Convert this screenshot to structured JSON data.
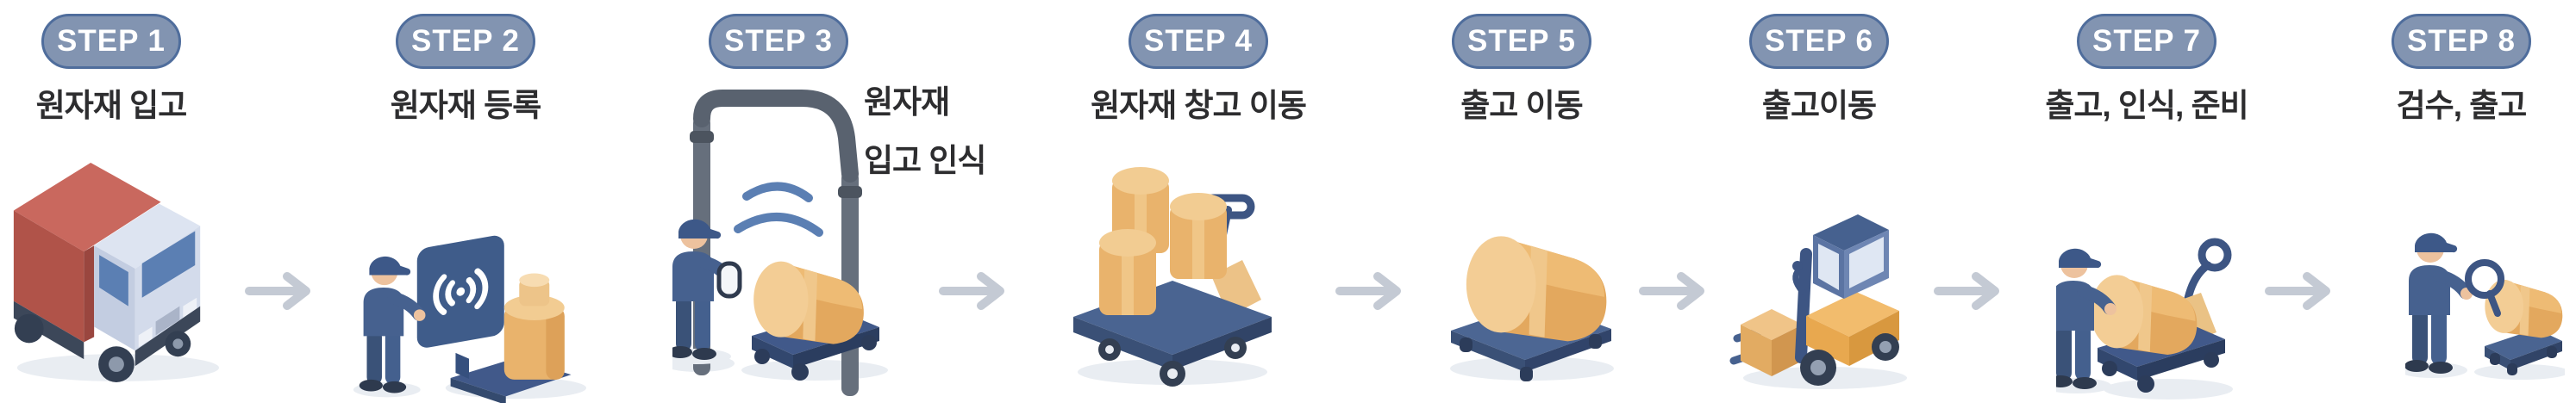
{
  "diagram": {
    "type": "process-flow",
    "step_count": 8,
    "language": "Korean"
  },
  "steps": [
    {
      "id": 1,
      "badge": "STEP 1",
      "label": "원자재 입고",
      "illustration": "red-delivery-truck"
    },
    {
      "id": 2,
      "badge": "STEP 2",
      "label": "원자재 등록",
      "illustration": "worker-rfid-panel-with-canister"
    },
    {
      "id": 3,
      "badge": "STEP 3",
      "label_line1": "원자재",
      "label_line2": "입고 인식",
      "illustration": "rfid-gate-scanning-barrel"
    },
    {
      "id": 4,
      "badge": "STEP 4",
      "label": "원자재 창고 이동",
      "illustration": "hand-cart-with-barrels"
    },
    {
      "id": 5,
      "badge": "STEP 5",
      "label": "출고 이동",
      "illustration": "barrel-on-dolly"
    },
    {
      "id": 6,
      "badge": "STEP 6",
      "label": "출고이동",
      "illustration": "forklift-carrying-box"
    },
    {
      "id": 7,
      "badge": "STEP 7",
      "label": "출고, 인식, 준비",
      "illustration": "worker-pushing-pallet-jack"
    },
    {
      "id": 8,
      "badge": "STEP 8",
      "label": "검수, 출고",
      "illustration": "worker-inspecting-barrel-with-magnifier"
    }
  ],
  "arrows": [
    {
      "between": "step-1-and-step-2"
    },
    {
      "between": "step-3-and-step-4"
    },
    {
      "between": "step-4-and-step-5"
    },
    {
      "between": "step-5-and-step-6"
    },
    {
      "between": "step-6-and-step-7"
    },
    {
      "between": "step-7-and-step-8"
    }
  ],
  "colors": {
    "background": "#ffffff",
    "badge_fill": "#8294b1",
    "badge_border": "#4f6d9c",
    "badge_text": "#ffffff",
    "label_text": "#2d2d2f",
    "arrow_gray": "#c4cad4",
    "worker_blue": "#46618f",
    "barrel_orange": "#e9b36c",
    "cart_blue": "#4a6491",
    "truck_red": "#b85b54",
    "forklift_orange": "#e8a84f",
    "gate_gray": "#636c79",
    "signal_blue": "#5b7fb3",
    "skin": "#edc29e",
    "shadow": "#e9edf2"
  }
}
